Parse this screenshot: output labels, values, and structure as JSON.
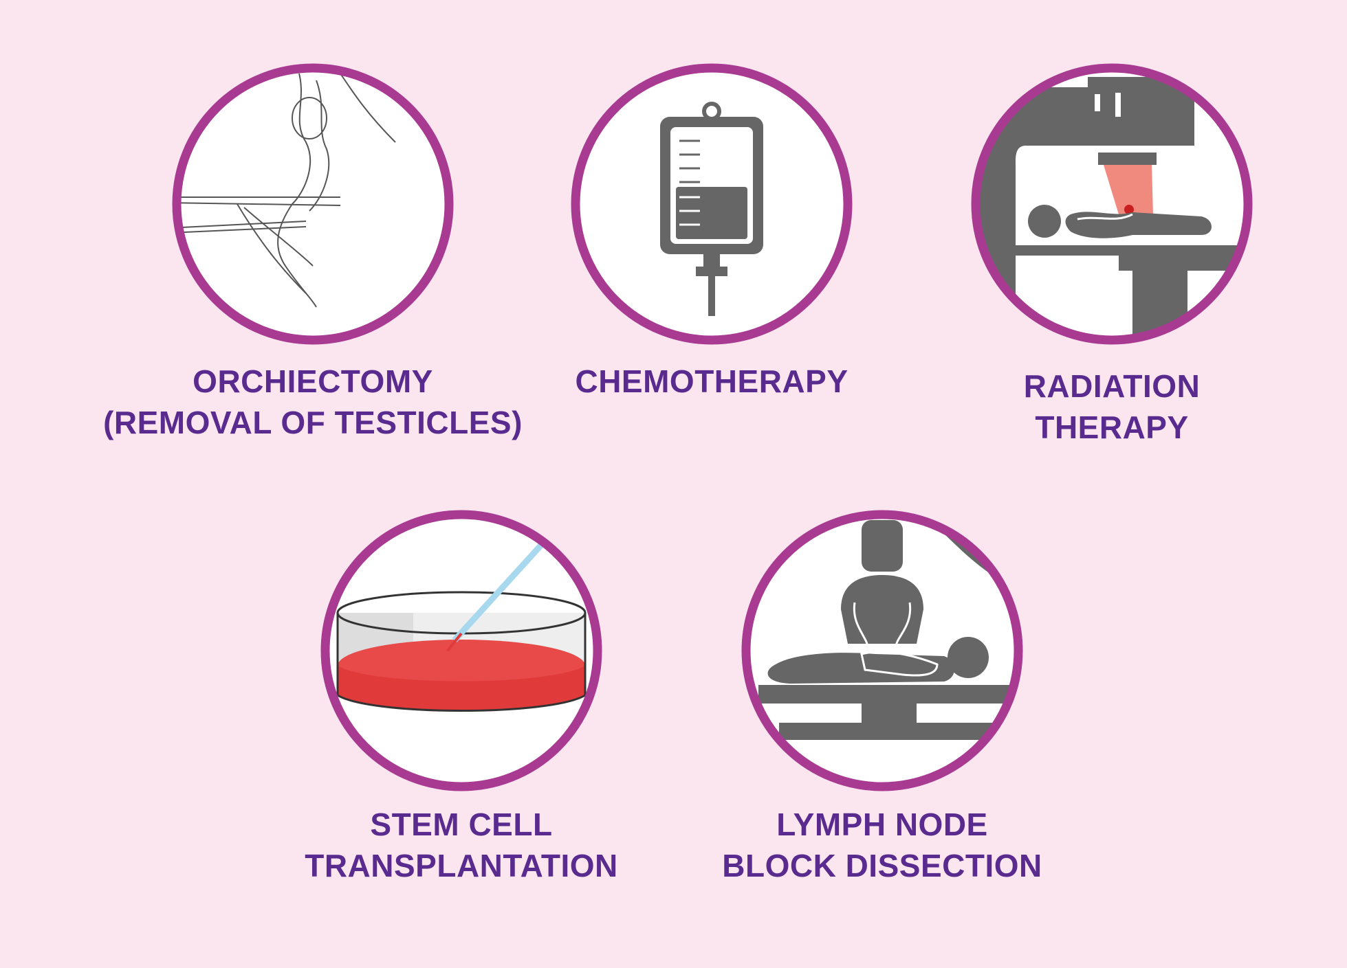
{
  "colors": {
    "background": "#fbe6f0",
    "ring": "#a93a91",
    "icon_grey": "#666666",
    "label": "#5a2b8e",
    "accent_red": "#e8403f"
  },
  "treatments": [
    {
      "icon": "orchiectomy-surgery-icon",
      "lines": [
        "ORCHIECTOMY",
        "(REMOVAL OF TESTICLES)"
      ]
    },
    {
      "icon": "iv-bag-icon",
      "lines": [
        "CHEMOTHERAPY"
      ]
    },
    {
      "icon": "radiation-machine-icon",
      "lines": [
        "RADIATION",
        "THERAPY"
      ]
    },
    {
      "icon": "petri-dish-icon",
      "lines": [
        "STEM CELL",
        "TRANSPLANTATION"
      ]
    },
    {
      "icon": "surgeon-operating-icon",
      "lines": [
        "LYMPH NODE",
        "BLOCK DISSECTION"
      ]
    }
  ]
}
